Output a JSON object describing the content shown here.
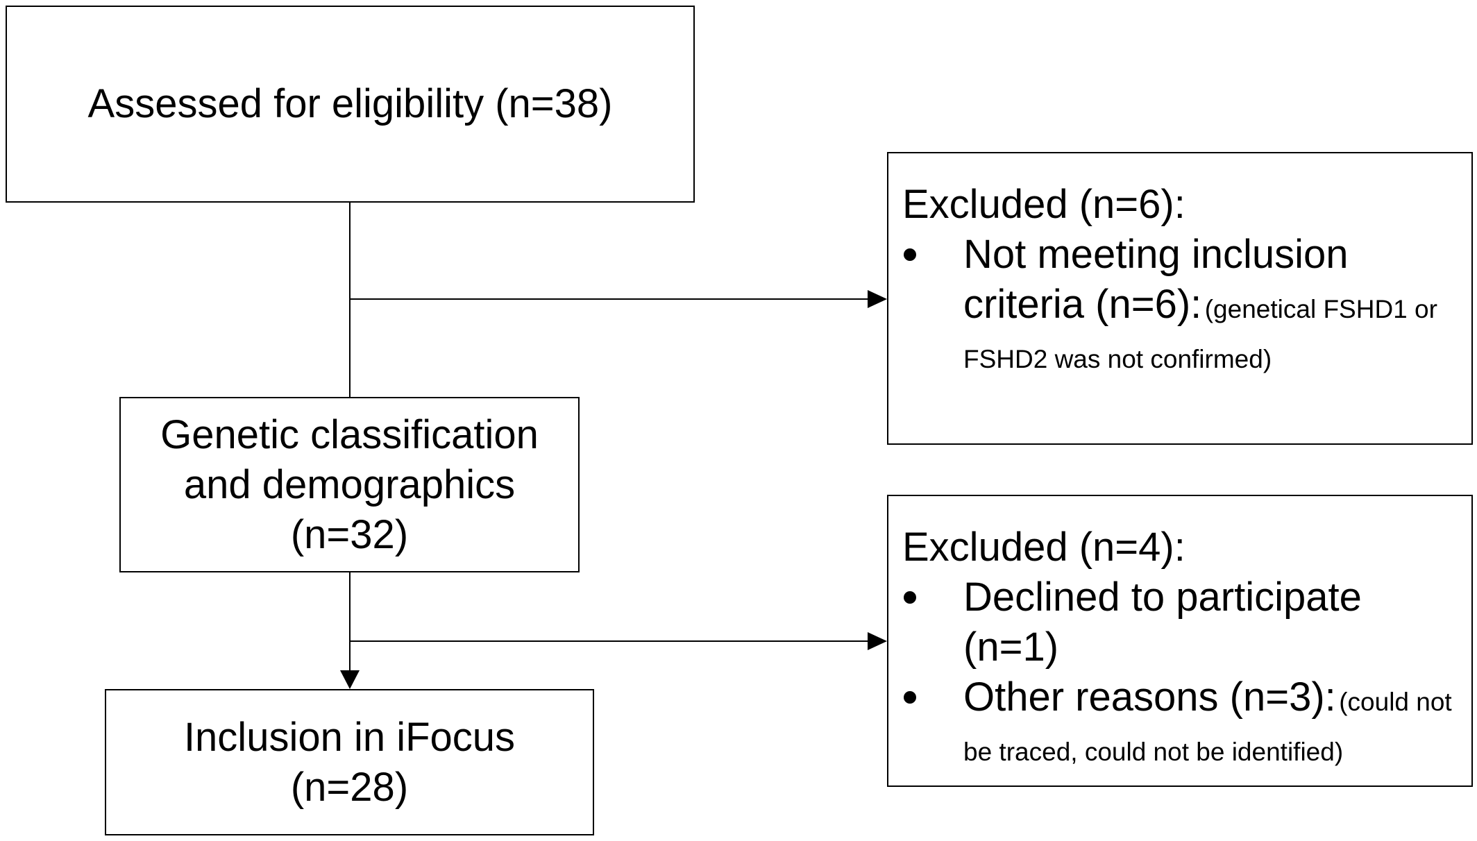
{
  "boxes": {
    "assessed": {
      "label": "Assessed for eligibility (n=38)"
    },
    "genetic": {
      "lines": [
        "Genetic classification",
        "and demographics",
        "(n=32)"
      ]
    },
    "inclusion": {
      "lines": [
        "Inclusion in iFocus",
        "(n=28)"
      ]
    },
    "excluded_first": {
      "title": "Excluded (n=6):",
      "items": [
        {
          "main": "Not meeting inclusion criteria (n=6):",
          "detail": "(genetical FSHD1 or FSHD2 was not confirmed)"
        }
      ]
    },
    "excluded_second": {
      "title": "Excluded (n=4):",
      "items": [
        {
          "main": "Declined to participate (n=1)",
          "detail": ""
        },
        {
          "main": "Other reasons (n=3):",
          "detail": "(could not be traced, could not be identified)"
        }
      ]
    }
  },
  "colors": {
    "line": "#000000",
    "box_border": "#000000",
    "background": "#ffffff"
  }
}
